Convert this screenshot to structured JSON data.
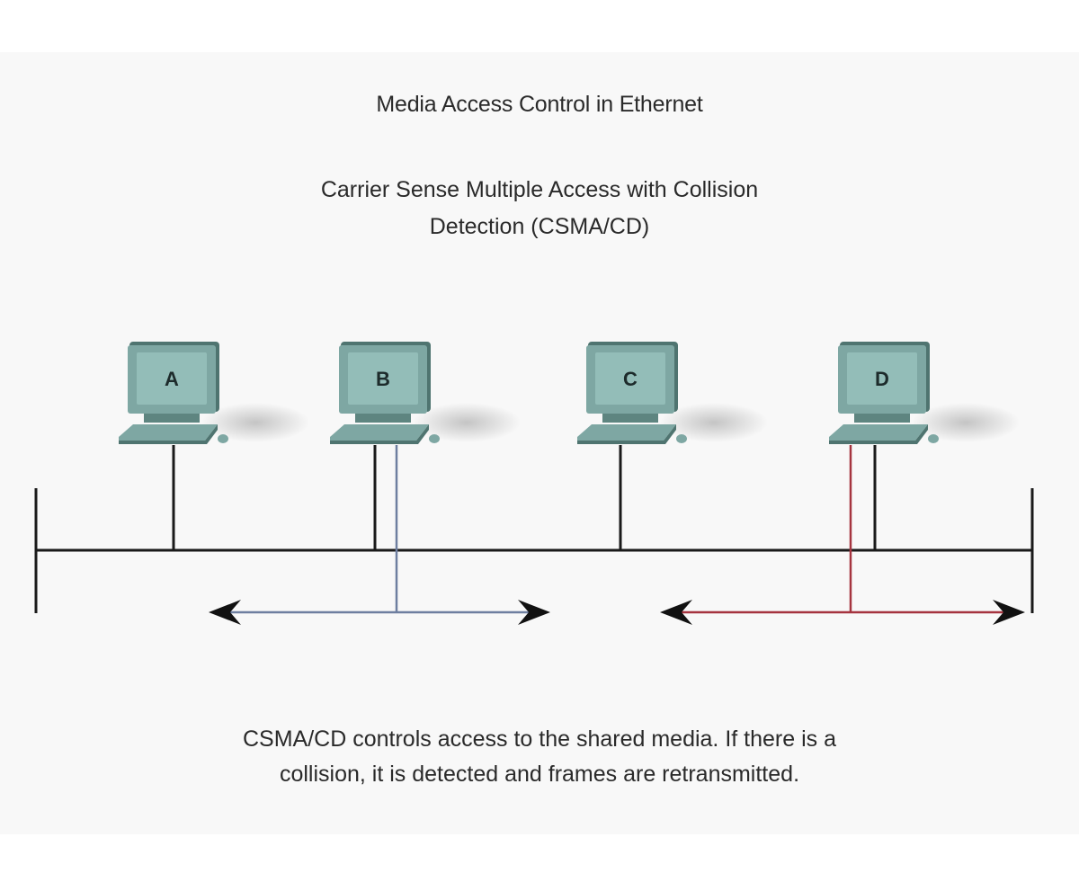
{
  "title": "Media Access Control in Ethernet",
  "subtitle_line1": "Carrier Sense Multiple Access with Collision",
  "subtitle_line2": "Detection (CSMA/CD)",
  "caption_line1": "CSMA/CD controls access to the shared media. If there is a",
  "caption_line2": "collision, it is detected and frames are retransmitted.",
  "computers": [
    {
      "label": "A"
    },
    {
      "label": "B"
    },
    {
      "label": "C"
    },
    {
      "label": "D"
    }
  ],
  "colors": {
    "bus": "#1a1a1a",
    "signal_b": "#6e7fa0",
    "signal_d": "#a5343f",
    "monitor": "#7ea7a3",
    "monitor_dark": "#4f7470",
    "screen": "#93bdb8"
  }
}
